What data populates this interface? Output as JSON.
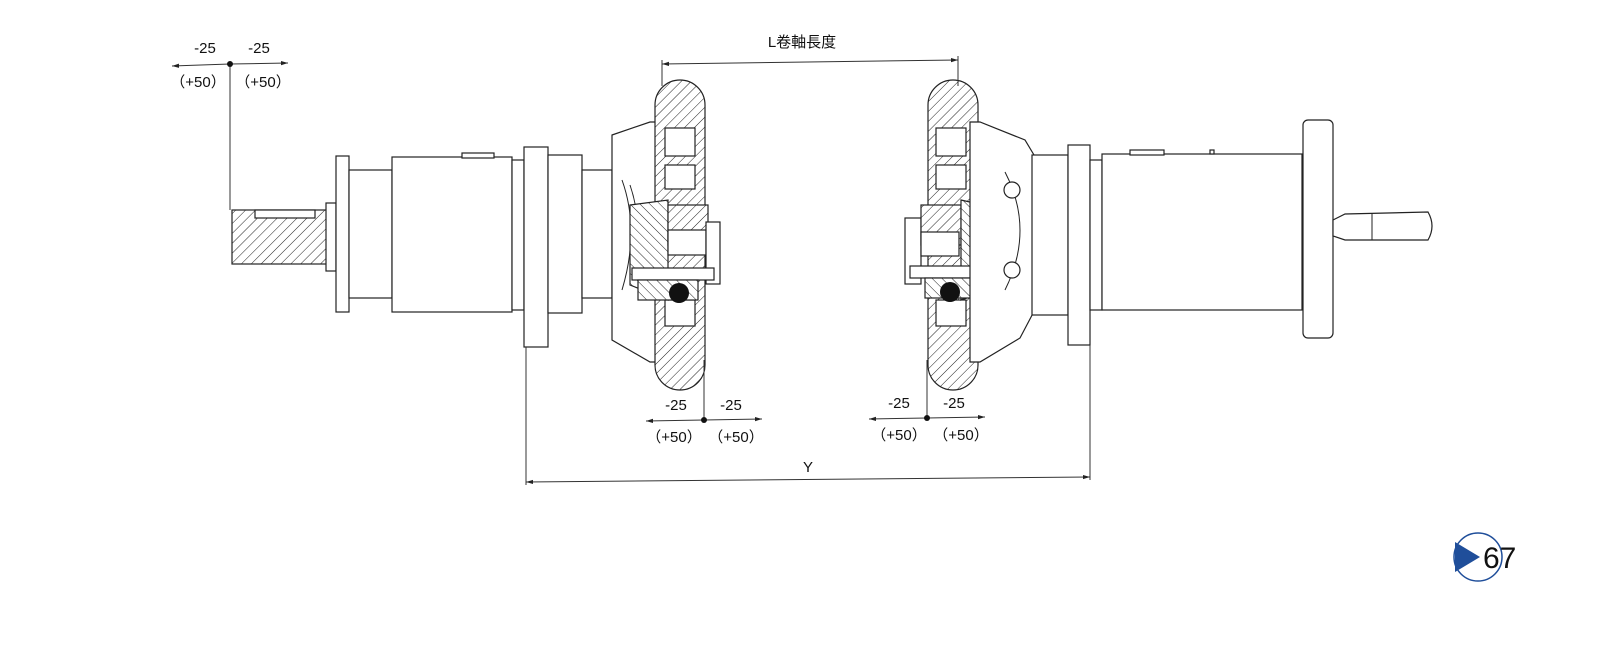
{
  "dimensions": {
    "length_label": "L卷軸長度",
    "overall_label": "Y",
    "tolerances": [
      {
        "id": "top-left",
        "left_value": "-25",
        "right_value": "-25",
        "left_alt": "（+50）",
        "right_alt": "（+50）"
      },
      {
        "id": "bottom-left",
        "left_value": "-25",
        "right_value": "-25",
        "left_alt": "（+50）",
        "right_alt": "（+50）"
      },
      {
        "id": "bottom-right",
        "left_value": "-25",
        "right_value": "-25",
        "left_alt": "（+50）",
        "right_alt": "（+50）"
      }
    ]
  },
  "page": {
    "number": "67",
    "marker_color": "#1f4e9a"
  }
}
